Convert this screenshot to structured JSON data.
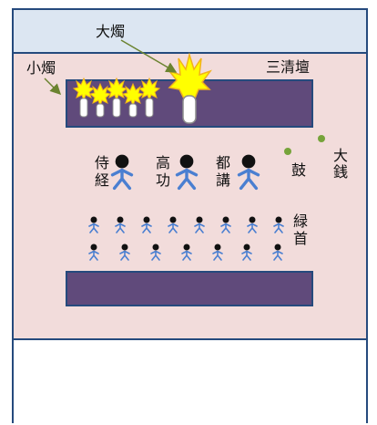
{
  "labels": {
    "big_candle": "大燭",
    "small_candle": "小燭",
    "altar": "三清壇",
    "drum": "鼓",
    "bell": "大銭",
    "official_1": "侍経",
    "official_2": "高功",
    "official_3": "都講",
    "chorus": "緑首"
  },
  "colors": {
    "header_band": "#dce6f2",
    "hall_floor": "#f2dcdb",
    "border": "#254a7d",
    "table_fill": "#604a7b",
    "flame": "#ffff00",
    "flame_outline": "#f2b21b",
    "person_body": "#4a7fd1",
    "person_head": "#111111",
    "instrument": "#76a33a",
    "arrow": "#6b8330"
  },
  "small_candle_count": 5,
  "chorus_rows": [
    8,
    7
  ]
}
